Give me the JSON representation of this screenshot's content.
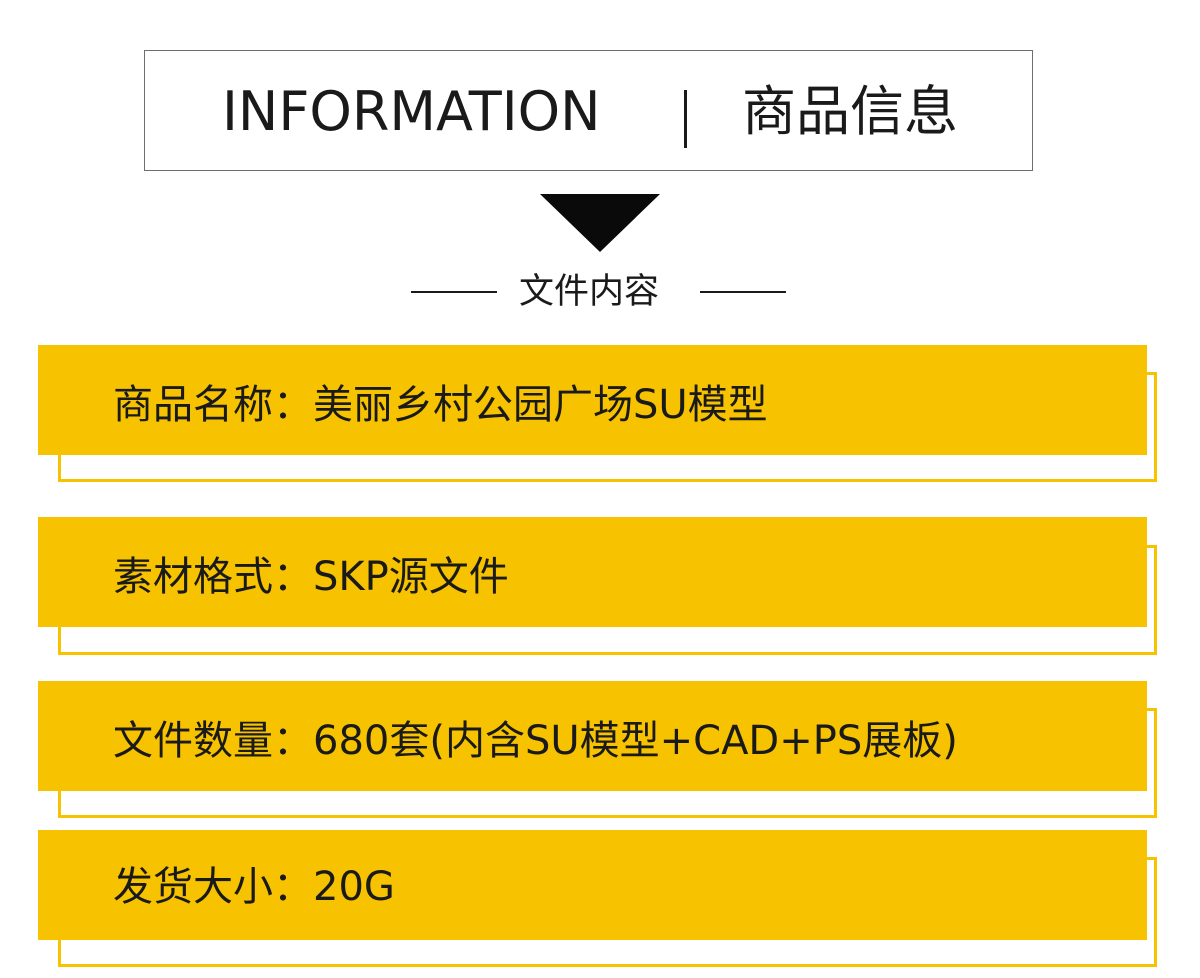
{
  "header": {
    "title_en": "INFORMATION",
    "separator": "|",
    "title_cn": "商品信息"
  },
  "subheader": {
    "label": "文件内容"
  },
  "rows": [
    {
      "text": "商品名称：美丽乡村公园广场SU模型"
    },
    {
      "text": "素材格式：SKP源文件"
    },
    {
      "text": "文件数量：680套(内含SU模型+CAD+PS展板)"
    },
    {
      "text": "发货大小：20G"
    }
  ],
  "colors": {
    "accent": "#f7c200",
    "text": "#1a1a1a",
    "border": "#6e6e6e"
  }
}
